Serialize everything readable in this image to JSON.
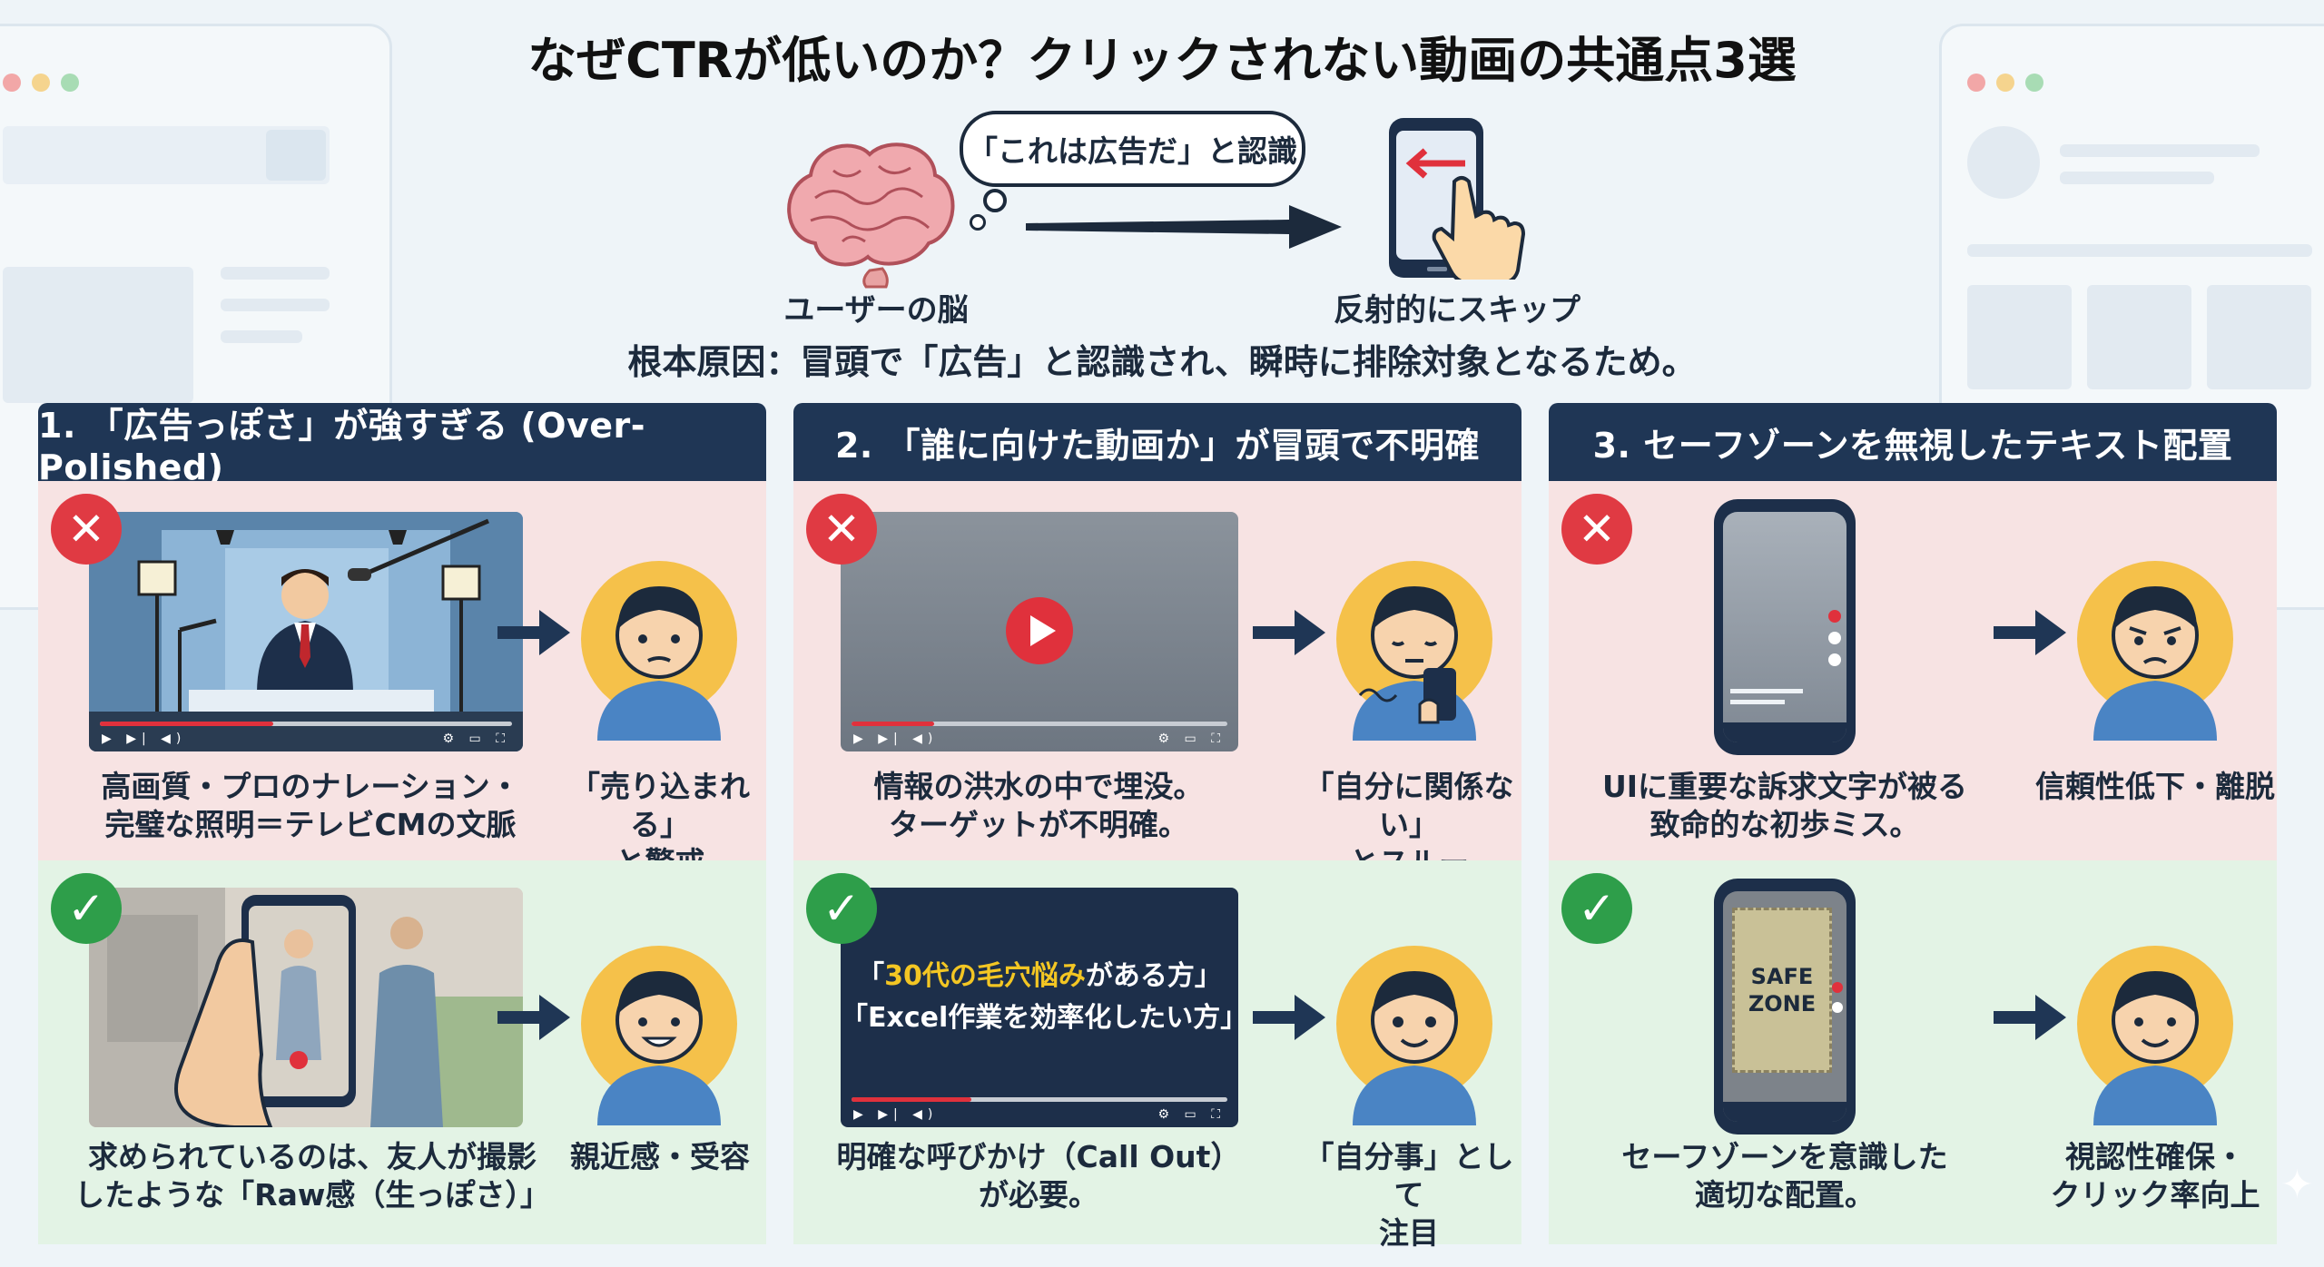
{
  "title": "なぜCTRが低いのか？クリックされない動画の共通点3選",
  "header": {
    "bubble": "「これは広告だ」と認識",
    "brain_caption": "ユーザーの脳",
    "skip_caption": "反射的にスキップ",
    "root_cause": "根本原因：冒頭で「広告」と認識され、瞬時に排除対象となるため。"
  },
  "columns": [
    {
      "heading": "1. 「広告っぽさ」が強すぎる (Over-Polished)",
      "bad_text": "高画質・プロのナレーション・\n完璧な照明＝テレビCMの文脈",
      "bad_result": "「売り込まれる」\nと警戒",
      "good_text": "求められているのは、友人が撮影\nしたような「Raw感（生っぽさ）」",
      "good_result": "親近感・受容"
    },
    {
      "heading": "2. 「誰に向けた動画か」が冒頭で不明確",
      "bad_text": "情報の洪水の中で埋没。\nターゲットが不明確。",
      "bad_result": "「自分に関係ない」\nとスルー",
      "good_callout_1_highlight": "30代の毛穴悩み",
      "good_callout_1_rest": "がある方」",
      "good_callout_1_open": "「",
      "good_callout_2": "「Excel作業を効率化したい方」",
      "good_text": "明確な呼びかけ（Call Out）\nが必要。",
      "good_result": "「自分事」として\n注目"
    },
    {
      "heading": "3. セーフゾーンを無視したテキスト配置",
      "bad_text": "UIに重要な訴求文字が被る\n致命的な初歩ミス。",
      "bad_result": "信頼性低下・離脱",
      "safe_zone_label": "SAFE\nZONE",
      "good_text": "セーフゾーンを意識した\n適切な配置。",
      "good_result": "視認性確保・\nクリック率向上"
    }
  ],
  "badges": {
    "bad": "✕",
    "good": "✓"
  },
  "colors": {
    "navy": "#1f3655",
    "bad_bg": "#f7e3e3",
    "good_bg": "#e3f3e5",
    "bad_badge": "#e03a43",
    "good_badge": "#2e9e4a",
    "highlight": "#f3c623"
  }
}
